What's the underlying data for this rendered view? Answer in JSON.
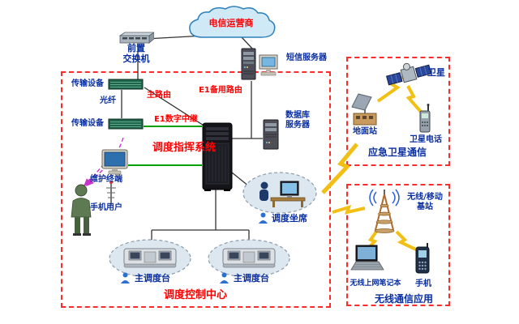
{
  "colors": {
    "zone_border": "#ff2a2a",
    "label_blue": "#0a2fa0",
    "route_red": "#ff0000",
    "green_line": "#00a000",
    "magenta_dash": "#cc33cc",
    "lightning": "#f2c014",
    "cloud_fill": "#cfe9f7",
    "cloud_border": "#2d7fb8"
  },
  "nodes": {
    "cloud_label": "电信运营商",
    "front_switch": "前置\n交换机",
    "sms_server": "短信服务器",
    "transmission_top": "传输设备",
    "transmission_bottom": "传输设备",
    "fiber": "光纤",
    "route_main": "主路由",
    "route_e1_backup": "E1备用路由",
    "route_e1_trunk": "E1数字中继",
    "dispatch_system": "调度指挥系统",
    "db_server": "数据库\n服务器",
    "maintenance_terminal": "维护终端",
    "mobile_user": "手机用户",
    "dispatch_seat": "调度坐席",
    "console_left": "主调度台",
    "console_right": "主调度台",
    "control_center": "调度控制中心"
  },
  "satellite_zone": {
    "title": "应急卫星通信",
    "satellite": "卫星",
    "ground_station": "地面站",
    "sat_phone": "卫星电话"
  },
  "wireless_zone": {
    "title": "无线通信应用",
    "base_station": "无线/移动\n基站",
    "laptop": "无线上网笔记本",
    "phone": "手机"
  }
}
